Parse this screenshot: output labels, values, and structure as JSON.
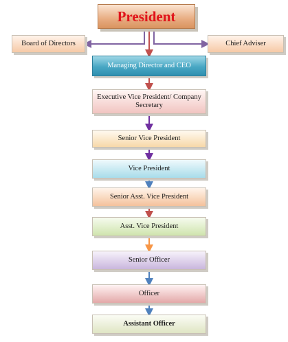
{
  "title": "President",
  "side_positions": {
    "left": "Board of Directors",
    "right": "Chief Adviser"
  },
  "hierarchy": [
    "Managing Director and CEO",
    "Executive Vice President/ Company Secretary",
    "Senior Vice President",
    "Vice President",
    "Senior Asst. Vice President",
    "Asst. Vice President",
    "Senior Officer",
    "Officer",
    "Assistant Officer"
  ],
  "colors": {
    "title_text": "#e0141b",
    "connector_president": "#c0504d",
    "connector_side": "#8064a2",
    "connector_purple": "#7030a0",
    "connector_blue": "#4f81bd",
    "connector_orange": "#f79646"
  }
}
